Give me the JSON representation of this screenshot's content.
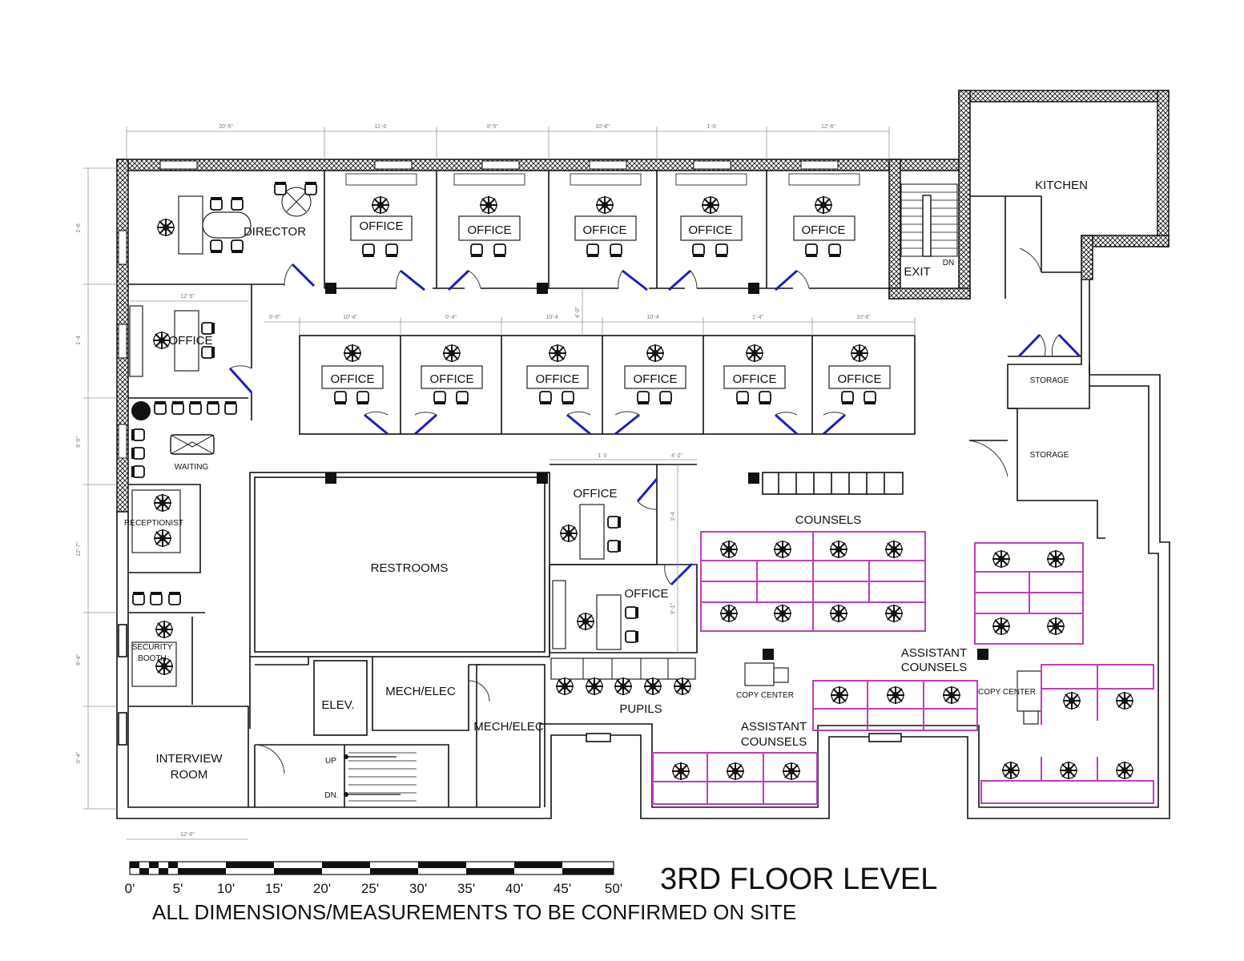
{
  "title": "3RD FLOOR LEVEL",
  "note": "ALL DIMENSIONS/MEASUREMENTS TO BE CONFIRMED ON SITE",
  "scale_labels": [
    "0'",
    "5'",
    "10'",
    "15'",
    "20'",
    "25'",
    "30'",
    "35'",
    "40'",
    "45'",
    "50'"
  ],
  "rooms": {
    "director": "DIRECTOR",
    "office": "OFFICE",
    "office_small": "OFFICE",
    "waiting": "WAITING",
    "receptionist": "RECEPTIONIST",
    "security_1": "SECURITY",
    "security_2": "BOOTH",
    "interview_1": "INTERVIEW",
    "interview_2": "ROOM",
    "restrooms": "RESTROOMS",
    "elev": "ELEV.",
    "mech1": "MECH/ELEC",
    "mech2": "MECH/ELEC",
    "up": "UP",
    "dn": "DN.",
    "pupils": "PUPILS",
    "counsels": "COUNSELS",
    "assistant_a": "ASSISTANT",
    "counsels_a": "COUNSELS",
    "copy_center": "COPY CENTER",
    "kitchen": "KITCHEN",
    "storage": "STORAGE",
    "exit": "EXIT",
    "exit_dn": "DN"
  },
  "dimensions": {
    "top": [
      "20'-5\"",
      "11'-0",
      "8'-5\"",
      "10'-8\"",
      "1'-0",
      "12'-6\""
    ],
    "mid": [
      "5'-0\"",
      "10'-4\"",
      "0'-4\"",
      "10'-4",
      "10'-4",
      "1'-4\"",
      "10'-6\""
    ],
    "left": [
      "1'-6",
      "1'-4",
      "9'-0\"",
      "12'-7\"",
      "9'-4\"",
      "0'-4\""
    ],
    "misc": [
      "12'-5\"",
      "12'-6\"",
      "1' 0",
      "4'-2\"",
      "3'-4",
      "9'-1\"",
      "4'-0\""
    ]
  },
  "colors": {
    "door": "#1a1fc4",
    "cubicle": "#c03cc0",
    "wall_hatch": "#111111"
  }
}
